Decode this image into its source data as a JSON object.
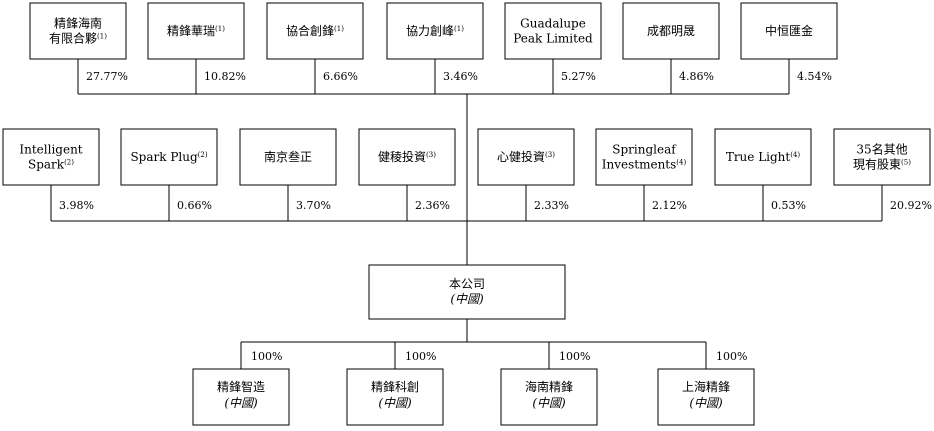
{
  "shareholders_top": [
    {
      "name_lines": [
        "精鋒海南",
        "有限合夥"
      ],
      "note": "(1)",
      "pct": "27.77%"
    },
    {
      "name_lines": [
        "精鋒華瑞"
      ],
      "note": "(1)",
      "pct": "10.82%"
    },
    {
      "name_lines": [
        "協合創鋒"
      ],
      "note": "(1)",
      "pct": "6.66%"
    },
    {
      "name_lines": [
        "協力創峰"
      ],
      "note": "(1)",
      "pct": "3.46%"
    },
    {
      "name_lines": [
        "Guadalupe",
        "Peak Limited"
      ],
      "note": "",
      "pct": "5.27%"
    },
    {
      "name_lines": [
        "成都明晟"
      ],
      "note": "",
      "pct": "4.86%"
    },
    {
      "name_lines": [
        "中恒匯金"
      ],
      "note": "",
      "pct": "4.54%"
    }
  ],
  "shareholders_bottom": [
    {
      "name_lines": [
        "Intelligent",
        "Spark"
      ],
      "note": "(2)",
      "pct": "3.98%"
    },
    {
      "name_lines": [
        "Spark Plug"
      ],
      "note": "(2)",
      "pct": "0.66%"
    },
    {
      "name_lines": [
        "南京叁正"
      ],
      "note": "",
      "pct": "3.70%"
    },
    {
      "name_lines": [
        "健稜投資"
      ],
      "note": "(3)",
      "pct": "2.36%"
    },
    {
      "name_lines": [
        "心健投資"
      ],
      "note": "(3)",
      "pct": "2.33%"
    },
    {
      "name_lines": [
        "Springleaf",
        "Investments"
      ],
      "note": "(4)",
      "pct": "2.12%"
    },
    {
      "name_lines": [
        "True Light"
      ],
      "note": "(4)",
      "pct": "0.53%"
    },
    {
      "name_lines": [
        "35名其他",
        "現有股東"
      ],
      "note": "(5)",
      "pct": "20.92%"
    }
  ],
  "company": {
    "name": "本公司",
    "region": "(中國)"
  },
  "subsidiaries": [
    {
      "name": "精鋒智造",
      "region": "(中國)",
      "pct": "100%"
    },
    {
      "name": "精鋒科創",
      "region": "(中國)",
      "pct": "100%"
    },
    {
      "name": "海南精鋒",
      "region": "(中國)",
      "pct": "100%"
    },
    {
      "name": "上海精鋒",
      "region": "(中國)",
      "pct": "100%"
    }
  ]
}
